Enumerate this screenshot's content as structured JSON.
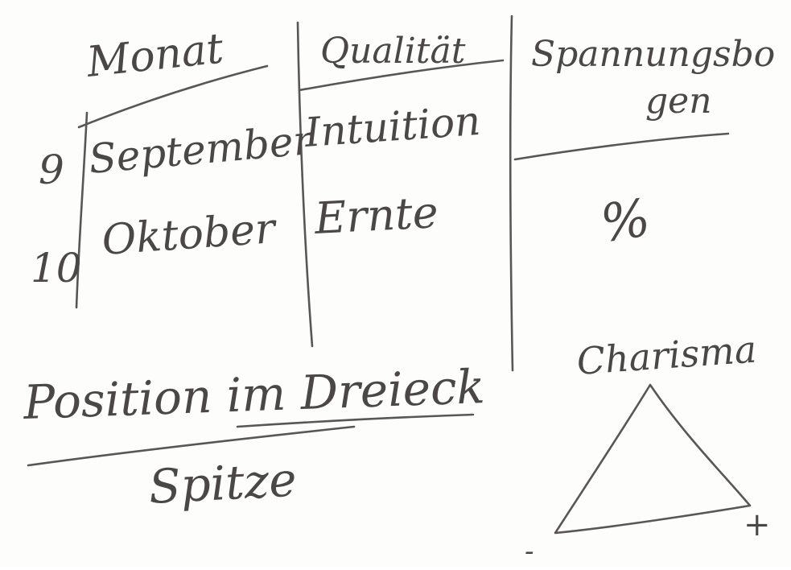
{
  "header": {
    "monat": "Monat",
    "qualitaet": "Qualität",
    "spannungsbogen_line1": "Spannungsbo",
    "spannungsbogen_line2": "gen"
  },
  "rows": [
    {
      "number": "9",
      "month": "September",
      "quality": "Intuition"
    },
    {
      "number": "10",
      "month": "Oktober",
      "quality": "Ernte"
    }
  ],
  "percent_mark": "%",
  "position_label": "Position im Dreieck",
  "position_value": "Spitze",
  "triangle": {
    "top_label": "Charisma",
    "left_label": "-",
    "right_label": "+"
  },
  "ink_color": "#4a4744"
}
